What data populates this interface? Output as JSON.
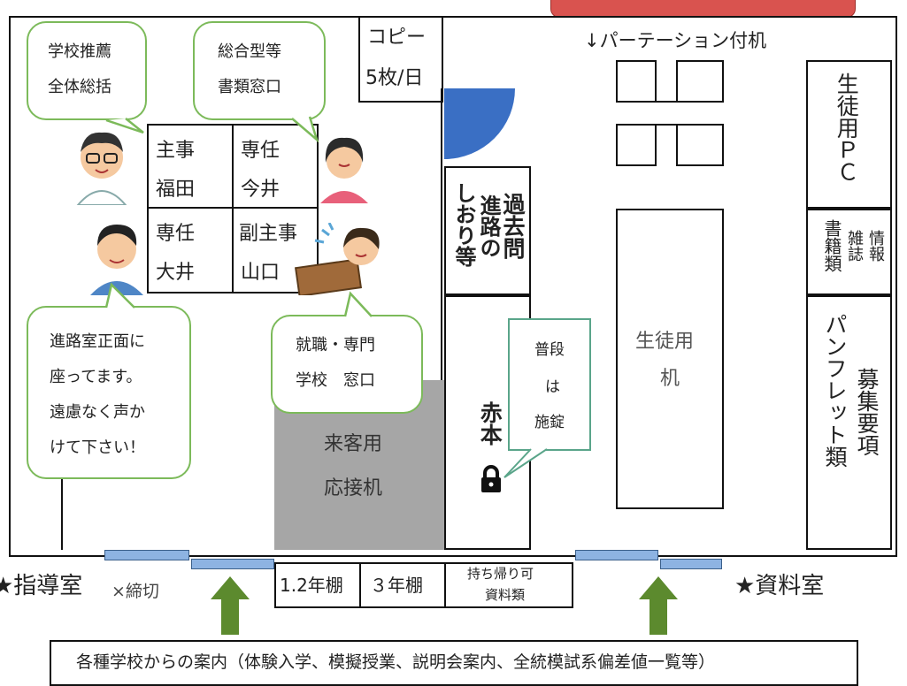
{
  "rooms": {
    "copy": [
      "コピー",
      "5枚/日"
    ],
    "partition_desk": "↓パーテーション付机",
    "student_pc": "生徒用ＰＣ",
    "books_magazines": [
      "書籍類",
      "雑誌",
      "情報"
    ],
    "pamphlets": [
      "パンフレット類",
      "募集要項"
    ],
    "student_desk": [
      "生徒用",
      "机"
    ],
    "past_exams": [
      "過去問",
      "進路の",
      "しおり等"
    ],
    "akahon": "赤本",
    "guest_desk": [
      "来客用",
      "応接机"
    ],
    "left_room": "★指導室",
    "right_room": "★資料室",
    "deadline": "×締切",
    "shelf_12": "1.2年棚",
    "shelf_3": "３年棚",
    "takeaway": [
      "持ち帰り可",
      "資料類"
    ],
    "guidance_board": "各種学校からの案内（体験入学、模擬授業、説明会案内、全統模試系偏差値一覧等）"
  },
  "staff": {
    "fukuda": [
      "主事",
      "福田"
    ],
    "imai": [
      "専任",
      "今井"
    ],
    "oi": [
      "専任",
      "大井"
    ],
    "yamaguchi": [
      "副主事",
      "山口"
    ]
  },
  "bubbles": {
    "school_recommend": [
      "学校推薦",
      "全体総括"
    ],
    "comprehensive": [
      "総合型等",
      "書類窓口"
    ],
    "front": [
      "進路室正面に",
      "座ってます。",
      "遠慮なく声か",
      "けて下さい！"
    ],
    "employment": [
      "就職・専門",
      "学校　窓口"
    ],
    "locked": [
      "普段",
      "は",
      "施錠"
    ]
  },
  "colors": {
    "bubble_green": "#7cba5a",
    "bubble_teal": "#5aa58a",
    "door_blue": "#8db3e2",
    "guest_gray": "#a6a6a6",
    "arrow_green": "#5c8a2e",
    "top_banner": "#d9534f",
    "door_swing": "#3a6fc4"
  },
  "icons": [
    "lock-icon",
    "arrow-up-icon"
  ]
}
